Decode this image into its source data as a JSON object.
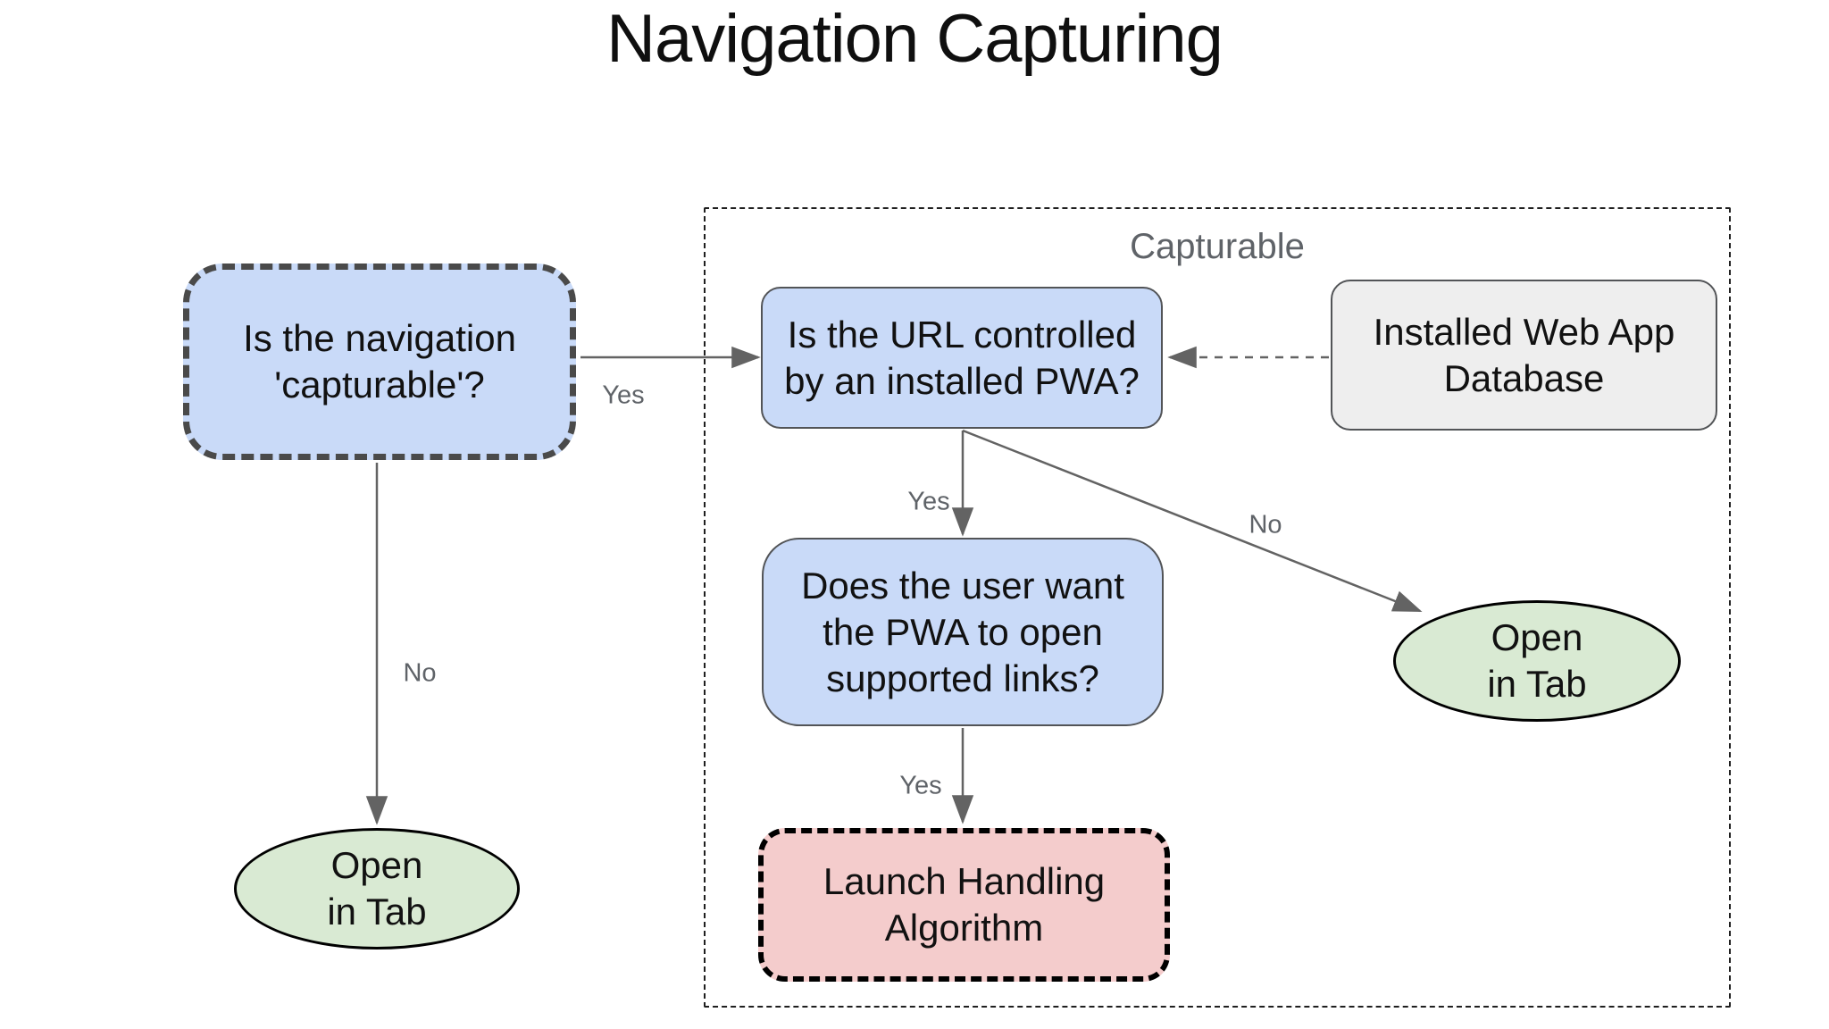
{
  "title": "Navigation Capturing",
  "group": {
    "label": "Capturable"
  },
  "nodes": {
    "nav_capturable": {
      "text": "Is the navigation\n'capturable'?"
    },
    "url_controlled": {
      "text": "Is the URL controlled\nby an installed PWA?"
    },
    "installed_db": {
      "text": "Installed Web App\nDatabase"
    },
    "does_user_want": {
      "text": "Does the user want\nthe PWA to open\nsupported links?"
    },
    "launch_handling": {
      "text": "Launch Handling\nAlgorithm"
    },
    "open_tab_left": {
      "text": "Open\nin Tab"
    },
    "open_tab_right": {
      "text": "Open\nin Tab"
    }
  },
  "edges": {
    "capturable_yes": {
      "label": "Yes"
    },
    "capturable_no": {
      "label": "No"
    },
    "url_yes": {
      "label": "Yes"
    },
    "url_no": {
      "label": "No"
    },
    "does_yes": {
      "label": "Yes"
    }
  },
  "palette": {
    "decision_fill": "#c9daf8",
    "terminal_fill": "#d9ead3",
    "algorithm_fill": "#f4cccc",
    "database_fill": "#eeeeee",
    "edge_stroke": "#636363",
    "label_gray": "#5f6368",
    "dashed_border_dark": "#4a4a4a",
    "text_color": "#111111"
  }
}
